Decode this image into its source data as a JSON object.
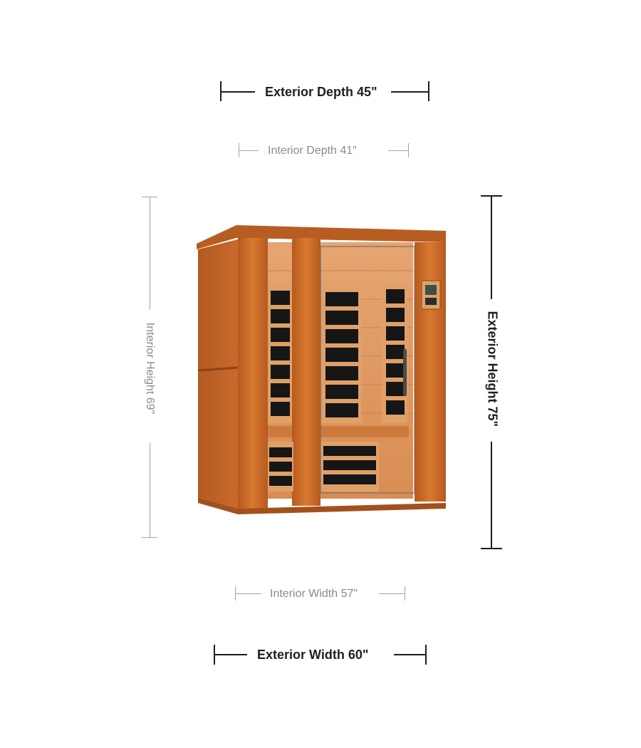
{
  "dimensions": {
    "exterior_depth": "Exterior Depth 45\"",
    "interior_depth": "Interior Depth 41\"",
    "interior_height": "Interior Height 69\"",
    "exterior_height": "Exterior Height 75\"",
    "interior_width": "Interior Width 57\"",
    "exterior_width": "Exterior Width 60\""
  },
  "colors": {
    "exterior": "#1f1f1f",
    "interior": "#8a8a8a",
    "wood": "#c96b2c",
    "wood_dark": "#a3511c",
    "wood_light": "#e08a48"
  }
}
